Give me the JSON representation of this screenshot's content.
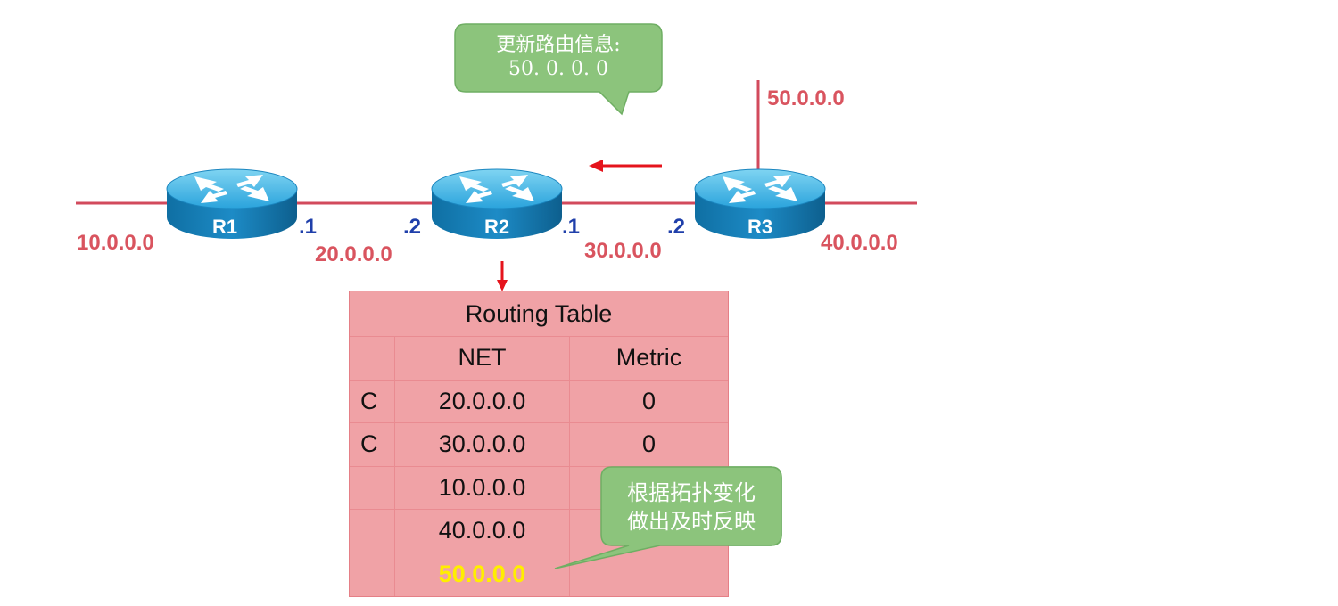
{
  "colors": {
    "link": "#d24a5c",
    "net_label": "#d9545f",
    "if_label": "#1f3faa",
    "arrow": "#e5141c",
    "bubble": "#8cc47c",
    "table_bg": "#f0a2a6",
    "highlight": "#ffee00"
  },
  "routers": [
    {
      "name": "R1"
    },
    {
      "name": "R2"
    },
    {
      "name": "R3"
    }
  ],
  "networks": [
    "10.0.0.0",
    "20.0.0.0",
    "30.0.0.0",
    "40.0.0.0",
    "50.0.0.0"
  ],
  "interfaces": {
    "r1_right": ".1",
    "r2_left": ".2",
    "r2_right": ".1",
    "r3_left": ".2"
  },
  "icons": [
    "router-icon",
    "arrow-left-icon",
    "arrow-down-icon"
  ],
  "update_bubble": {
    "line1": "更新路由信息:",
    "line2": "50. 0. 0. 0"
  },
  "note_bubble": {
    "line1": "根据拓扑变化",
    "line2": "做出及时反映"
  },
  "routing_table": {
    "title": "Routing Table",
    "headers": [
      "",
      "NET",
      "Metric"
    ],
    "rows": [
      {
        "type": "C",
        "net": "20.0.0.0",
        "metric": "0"
      },
      {
        "type": "C",
        "net": "30.0.0.0",
        "metric": "0"
      },
      {
        "type": "",
        "net": "10.0.0.0",
        "metric": ""
      },
      {
        "type": "",
        "net": "40.0.0.0",
        "metric": ""
      },
      {
        "type": "",
        "net": "50.0.0.0",
        "metric": ""
      }
    ]
  }
}
